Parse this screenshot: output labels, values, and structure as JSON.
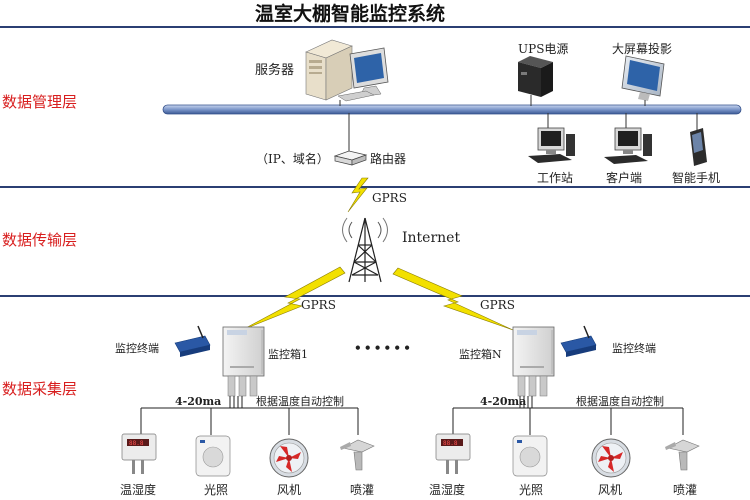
{
  "title": "温室大棚智能监控系统",
  "layers": {
    "management": "数据管理层",
    "transmission": "数据传输层",
    "collection": "数据采集层"
  },
  "management": {
    "server": "服务器",
    "ups": "UPS电源",
    "projector": "大屏幕投影",
    "router_ip": "（IP、域名）",
    "router": "路由器",
    "workstation": "工作站",
    "client": "客户端",
    "phone": "智能手机"
  },
  "transmission": {
    "gprs_top": "GPRS",
    "internet": "Internet",
    "gprs_left": "GPRS",
    "gprs_right": "GPRS"
  },
  "collection": {
    "terminal_left": "监控终端",
    "box_left": "监控箱1",
    "ellipsis": "• • • • • •",
    "box_right": "监控箱N",
    "terminal_right": "监控终端",
    "signal_left": "4-20ma",
    "auto_left": "根据温度自动控制",
    "signal_right": "4-20ma",
    "auto_right": "根据温度自动控制",
    "devices_left": [
      "温湿度",
      "光照",
      "风机",
      "喷灌"
    ],
    "devices_right": [
      "温湿度",
      "光照",
      "风机",
      "喷灌"
    ]
  },
  "colors": {
    "divider": "#2b3f73",
    "layer_text": "#d81e1e",
    "bus": "#5b7bb5",
    "lightning": "#f2e000"
  }
}
